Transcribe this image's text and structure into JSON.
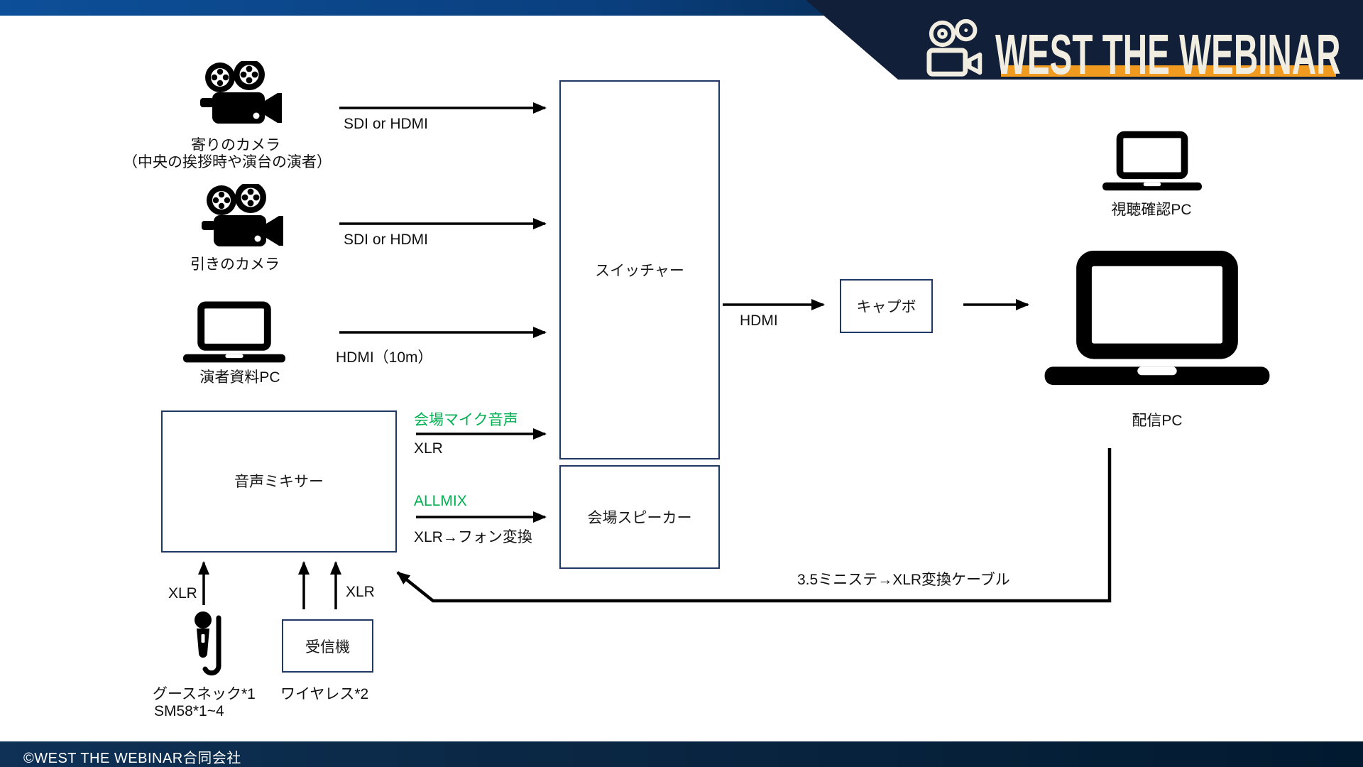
{
  "banner": {
    "title": "WEST THE WEBINAR"
  },
  "footer": {
    "copyright": "©WEST THE WEBINAR合同会社"
  },
  "nodes": {
    "camera_close": {
      "label": "寄りのカメラ",
      "sublabel": "（中央の挨拶時や演台の演者）"
    },
    "camera_wide": {
      "label": "引きのカメラ"
    },
    "presenter_pc": {
      "label": "演者資料PC"
    },
    "mixer": {
      "label": "音声ミキサー"
    },
    "switcher": {
      "label": "スイッチャー"
    },
    "speaker": {
      "label": "会場スピーカー"
    },
    "capture": {
      "label": "キャプボ"
    },
    "receiver": {
      "label": "受信機"
    },
    "monitor_pc": {
      "label": "視聴確認PC"
    },
    "stream_pc": {
      "label": "配信PC"
    },
    "mic": {
      "label": "グースネック*1",
      "sublabel": "SM58*1~4"
    },
    "wireless": {
      "label": "ワイヤレス*2"
    }
  },
  "edges": {
    "cam_close_to_switcher": {
      "label": "SDI or HDMI"
    },
    "cam_wide_to_switcher": {
      "label": "SDI or HDMI"
    },
    "pc_to_switcher": {
      "label": "HDMI（10m）"
    },
    "mixer_to_switcher": {
      "signal": "会場マイク音声",
      "cable": "XLR"
    },
    "mixer_to_speaker": {
      "signal": "ALLMIX",
      "cable": "XLR→フォン変換"
    },
    "switcher_to_capture": {
      "label": "HDMI"
    },
    "mic_to_mixer": {
      "label": "XLR"
    },
    "receiver_to_mixer": {
      "label": "XLR"
    },
    "streampc_to_mixer": {
      "label": "3.5ミニステ→XLR変換ケーブル"
    }
  },
  "colors": {
    "accent_green": "#00b050",
    "box_border": "#1f3864",
    "banner_navy": "#111f38",
    "banner_orange": "#f09a20",
    "banner_cream": "#f1ede1",
    "strip_blue": "#0d4f99",
    "footer_navy_left": "#0f3156",
    "footer_navy_right": "#021a30"
  }
}
